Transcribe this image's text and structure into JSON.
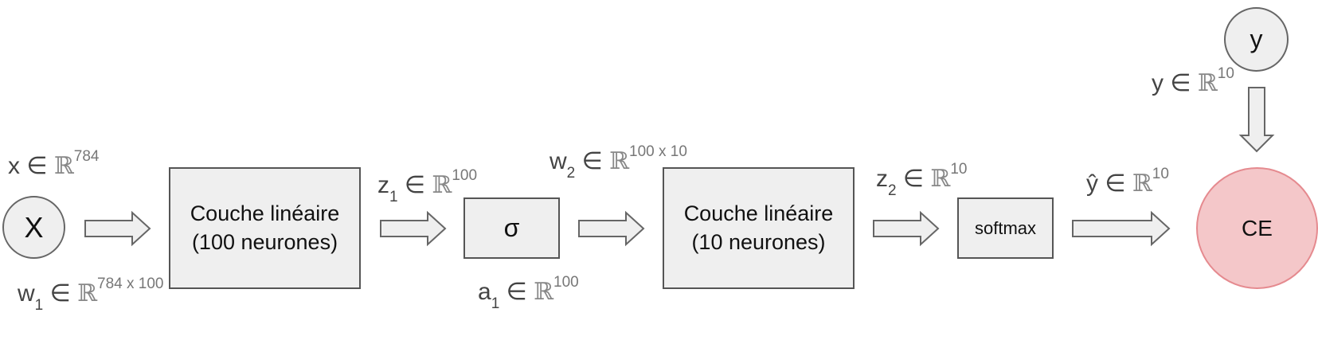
{
  "nodes": {
    "x_input": "X",
    "linear1": [
      "Couche linéaire",
      "(100 neurones)"
    ],
    "sigma": "σ",
    "linear2": [
      "Couche linéaire",
      "(10 neurones)"
    ],
    "softmax": "softmax",
    "ce": "CE",
    "y_target": "y"
  },
  "labels": {
    "x": {
      "base": "x",
      "set": "ℝ",
      "exp": "784"
    },
    "w1": {
      "base": "w",
      "sub": "1",
      "set": "ℝ",
      "exp": "784 x 100"
    },
    "z1": {
      "base": "z",
      "sub": "1",
      "set": "ℝ",
      "exp": "100"
    },
    "a1": {
      "base": "a",
      "sub": "1",
      "set": "ℝ",
      "exp": "100"
    },
    "w2": {
      "base": "w",
      "sub": "2",
      "set": "ℝ",
      "exp": "100 x 10"
    },
    "z2": {
      "base": "z",
      "sub": "2",
      "set": "ℝ",
      "exp": "10"
    },
    "yhat": {
      "base": "ŷ",
      "set": "ℝ",
      "exp": "10"
    },
    "y": {
      "base": "y",
      "set": "ℝ",
      "exp": "10"
    },
    "in": "∈"
  },
  "colors": {
    "box_fill": "#efefef",
    "box_border": "#555555",
    "ce_fill": "#f4c7c9",
    "ce_border": "#e58a8f"
  }
}
